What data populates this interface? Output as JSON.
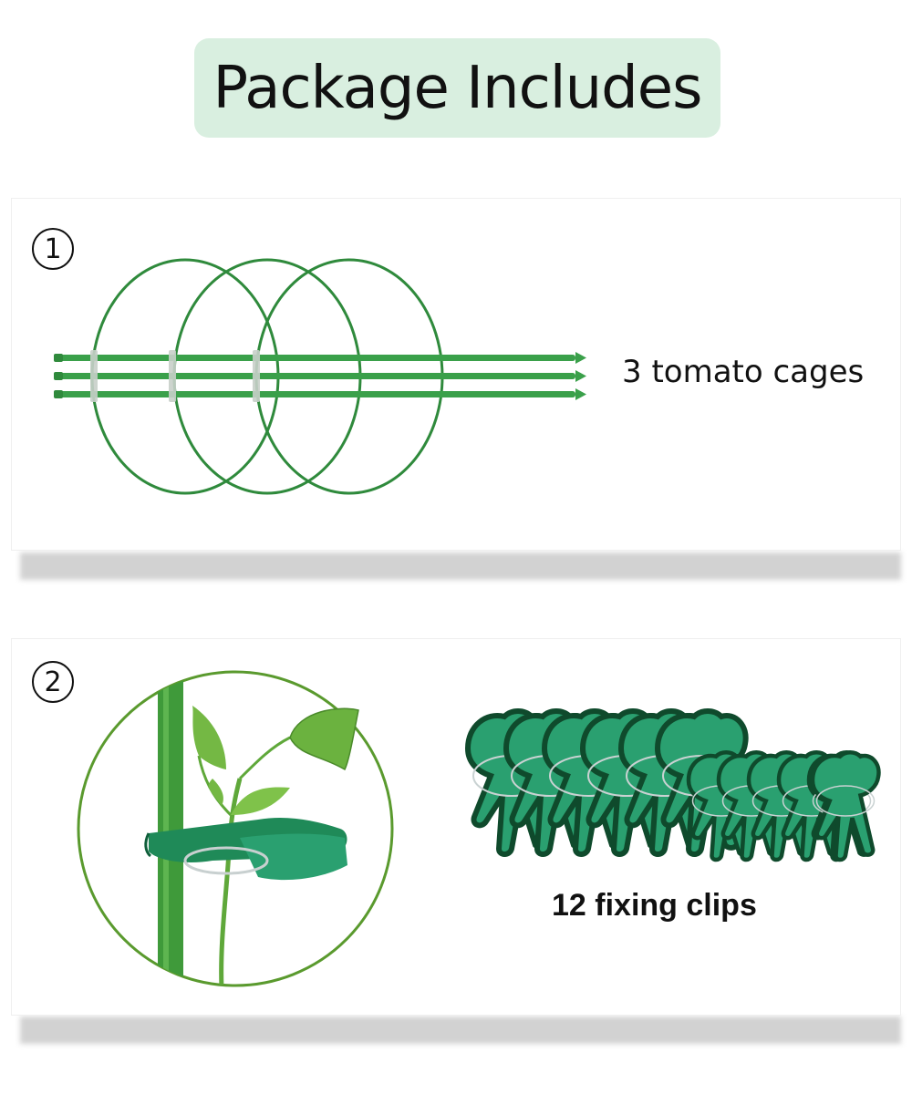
{
  "header": {
    "title": "Package Includes"
  },
  "items": [
    {
      "number": "1",
      "caption": "3 tomato cages"
    },
    {
      "number": "2",
      "caption": "12 fixing clips"
    }
  ],
  "colors": {
    "title_bg": "#d9efe0",
    "cage_green": "#2f8a3c",
    "stake_green": "#3aa04a",
    "clip_teal": "#2aa070",
    "clip_dark": "#0f4a2c",
    "leaf_green": "#5fa83a"
  }
}
